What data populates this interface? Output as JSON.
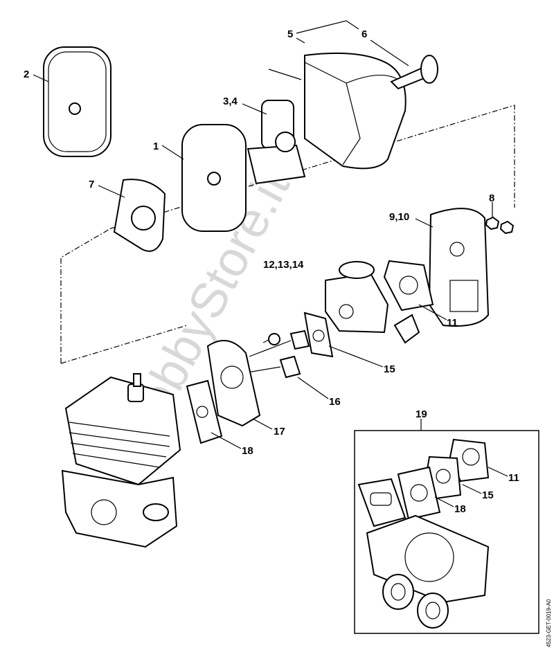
{
  "diagram": {
    "callouts": {
      "p1": "1",
      "p2": "2",
      "p3_4": "3,4",
      "p5": "5",
      "p6": "6",
      "p7": "7",
      "p8": "8",
      "p9_10": "9,10",
      "p11": "11",
      "p12_14": "12,13,14",
      "p15": "15",
      "p16": "16",
      "p17": "17",
      "p18": "18",
      "p19": "19"
    },
    "kit_box": {
      "c11": "11",
      "c15": "15",
      "c18": "18"
    },
    "drawing_code": "4523-GET-0019-A0",
    "watermark": "HobbyStore.it"
  }
}
